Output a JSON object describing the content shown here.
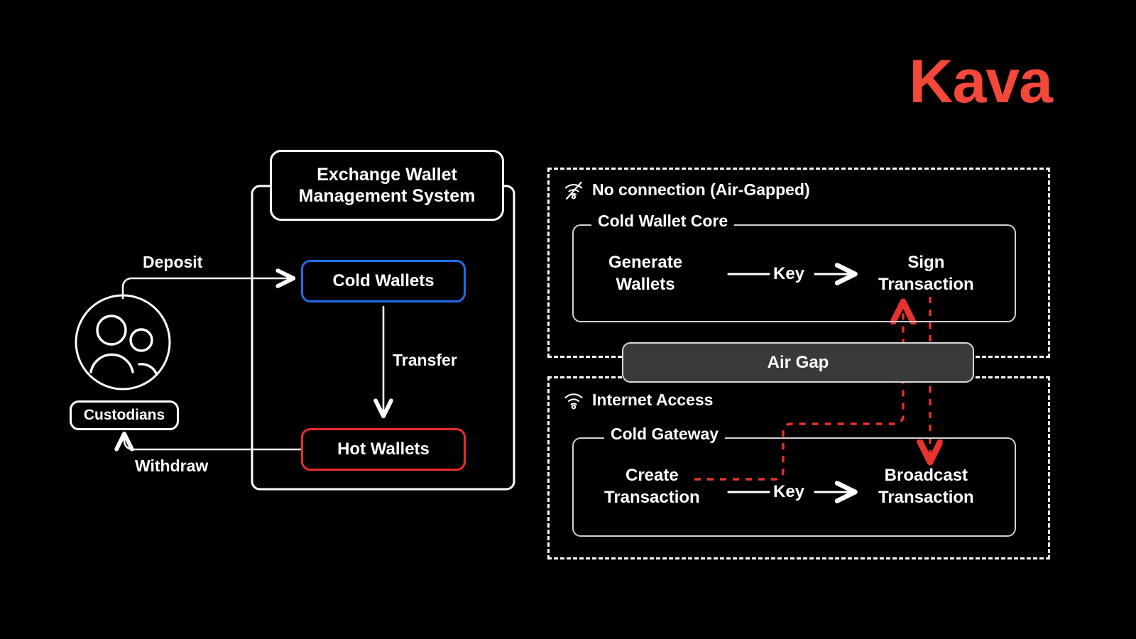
{
  "brand": {
    "name": "Kava",
    "color": "#F4483B"
  },
  "left_panel": {
    "system_title": "Exchange Wallet\nManagement System",
    "system_title_line1": "Exchange Wallet",
    "system_title_line2": "Management System",
    "actor": {
      "label": "Custodians",
      "icon": "two-people-icon"
    },
    "wallets": [
      {
        "label": "Cold Wallets",
        "accent": "#1F6FEB"
      },
      {
        "label": "Hot Wallets",
        "accent": "#EE2B2B"
      }
    ],
    "flows": [
      {
        "label": "Deposit",
        "from": "Custodians",
        "to": "Cold Wallets"
      },
      {
        "label": "Transfer",
        "from": "Cold Wallets",
        "to": "Hot Wallets"
      },
      {
        "label": "Withdraw",
        "from": "Hot Wallets",
        "to": "Custodians"
      }
    ]
  },
  "right_panel": {
    "zones": [
      {
        "title": "No connection (Air-Gapped)",
        "icon": "wifi-off-icon",
        "group_label": "Cold Wallet Core",
        "steps": [
          {
            "line1": "Generate",
            "line2": "Wallets"
          },
          {
            "line1": "Sign",
            "line2": "Transaction"
          }
        ],
        "connector_label": "Key"
      },
      {
        "title": "Internet Access",
        "icon": "wifi-icon",
        "group_label": "Cold Gateway",
        "steps": [
          {
            "line1": "Create",
            "line2": "Transaction"
          },
          {
            "line1": "Broadcast",
            "line2": "Transaction"
          }
        ],
        "connector_label": "Key"
      }
    ],
    "air_gap": {
      "label": "Air Gap",
      "fill": "#3A3A3A"
    },
    "signing_path": {
      "color": "#E8322B",
      "style": "dashed",
      "from": "Create Transaction",
      "via": "Sign Transaction",
      "to": "Broadcast Transaction"
    }
  }
}
